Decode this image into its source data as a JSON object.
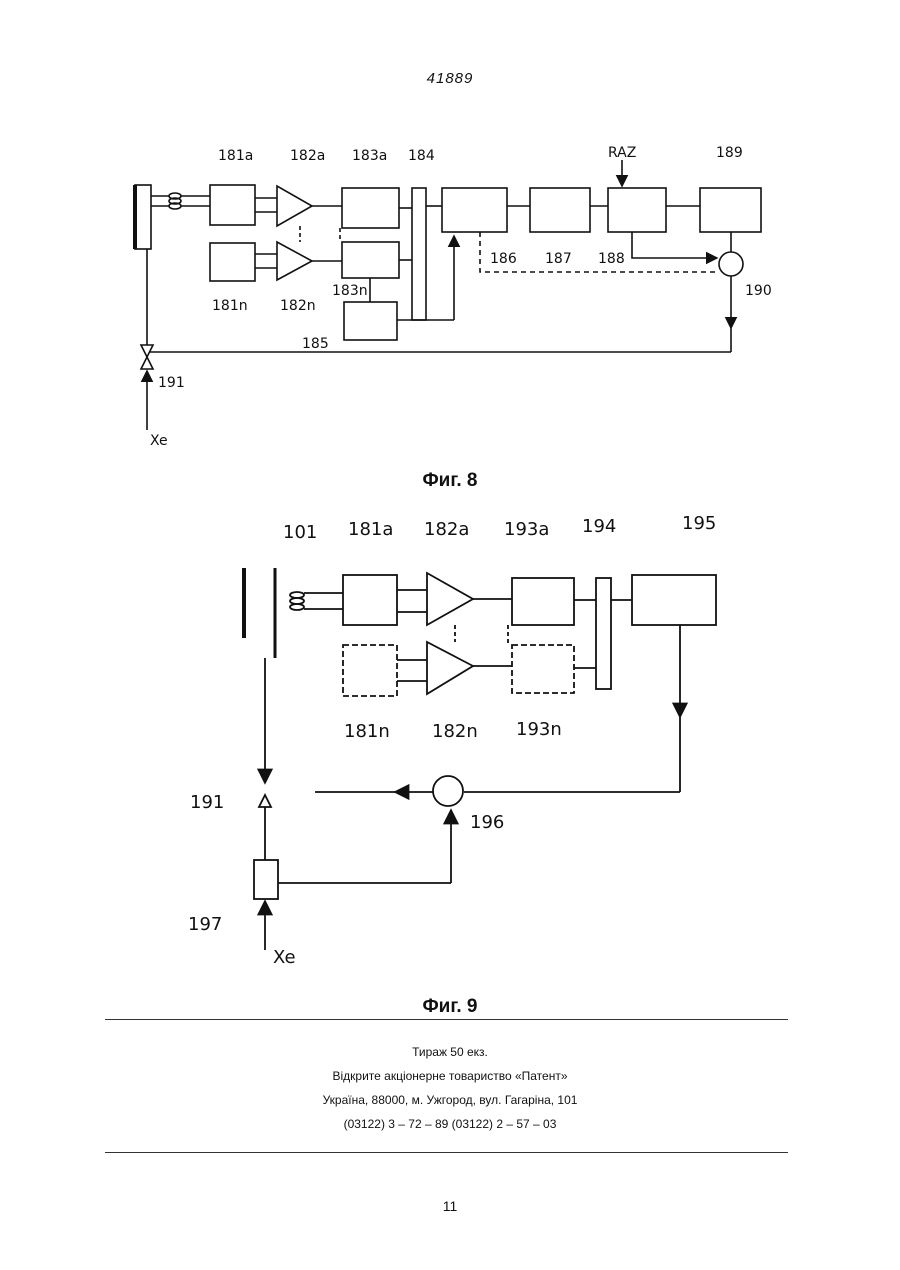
{
  "header": {
    "patent_number": "41889"
  },
  "fig8": {
    "caption": "Фиг. 8",
    "labels": {
      "l181a": "181a",
      "l182a": "182a",
      "l183a": "183a",
      "l184": "184",
      "lRAZ": "RAZ",
      "l189": "189",
      "l186": "186",
      "l187": "187",
      "l188": "188",
      "l190": "190",
      "l181n": "181n",
      "l182n": "182n",
      "l183n": "183n",
      "l185": "185",
      "l191": "191",
      "lXe": "Xe"
    }
  },
  "fig9": {
    "caption": "Фиг. 9",
    "labels": {
      "l101": "101",
      "l181a": "181a",
      "l182a": "182a",
      "l193a": "193a",
      "l194": "194",
      "l195": "195",
      "l181n": "181n",
      "l182n": "182n",
      "l193n": "193n",
      "l191": "191",
      "l196": "196",
      "l197": "197",
      "lXe": "Xe"
    }
  },
  "imprint": {
    "line1": "Тираж 50 екз.",
    "line2": "Відкрите акціонерне товариство «Патент»",
    "line3": "Україна, 88000, м. Ужгород, вул. Гагаріна, 101",
    "line4": "(03122) 3 – 72 – 89   (03122) 2 – 57 – 03"
  },
  "page": {
    "number": "11"
  }
}
